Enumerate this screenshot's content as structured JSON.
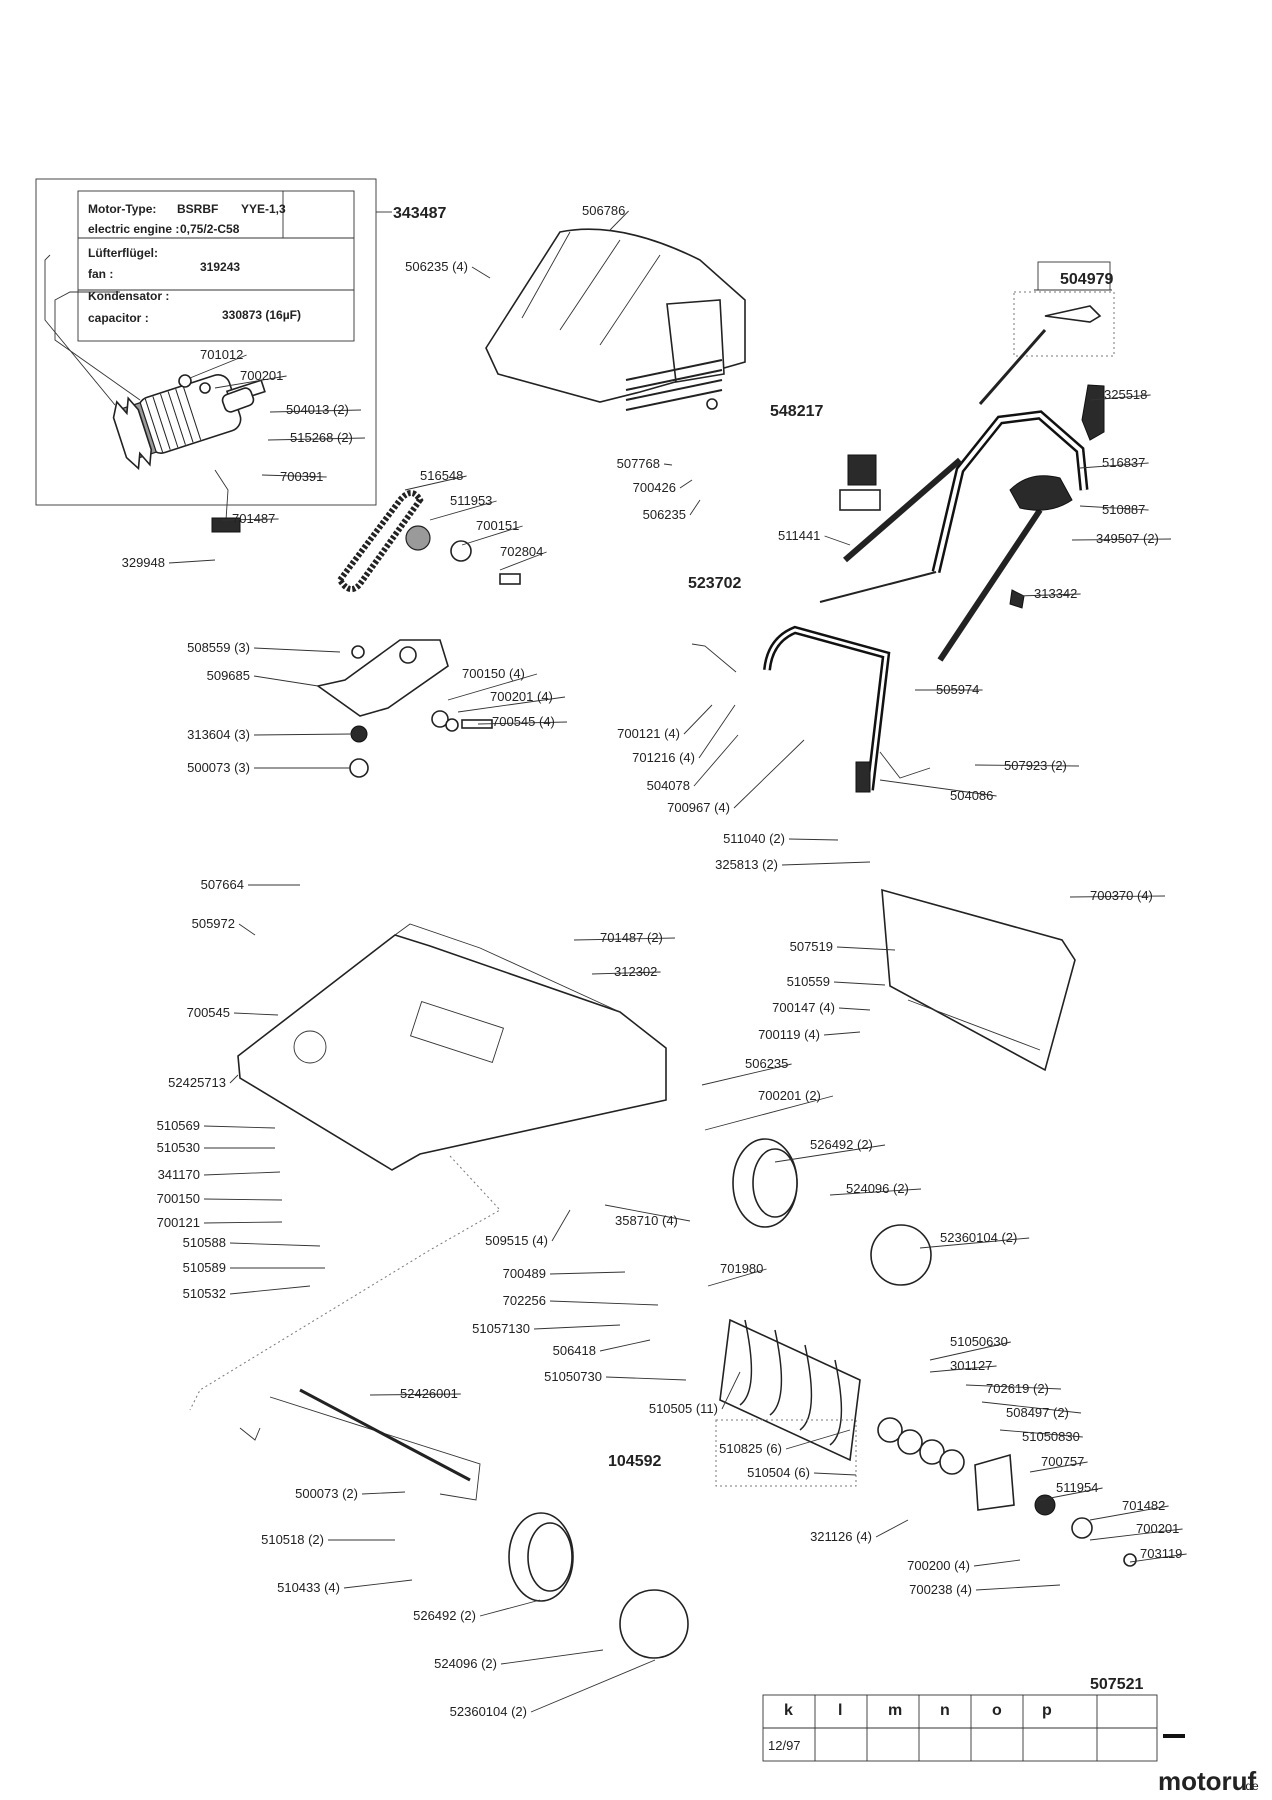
{
  "motor_box": {
    "motor_type_label": "Motor-Type:",
    "motor_type_value": "BSRBF",
    "motor_type_code": "YYE-1,3",
    "electric_engine_label": "electric engine :",
    "electric_engine_value": "0,75/2-C58",
    "fan_label_de": "Lüfterflügel:",
    "fan_label_en": "fan :",
    "fan_value": "319243",
    "capacitor_label_de": "Kondensator :",
    "capacitor_label_en": "capacitor :",
    "capacitor_value": "330873 (16µF)"
  },
  "assembly_numbers": {
    "motor": "343487",
    "grip": "504979",
    "lever": "548217",
    "handle": "523702",
    "roller": "104592"
  },
  "part_labels": [
    "506786",
    "506235 (4)",
    "701012",
    "700201",
    "504013 (2)",
    "515268 (2)",
    "700391",
    "701487",
    "329948",
    "516548",
    "511953",
    "700151",
    "702804",
    "507768",
    "700426",
    "506235",
    "325518",
    "516837",
    "510887",
    "349507 (2)",
    "511441",
    "313342",
    "508559 (3)",
    "509685",
    "700150 (4)",
    "700201 (4)",
    "700545 (4)",
    "313604 (3)",
    "500073 (3)",
    "505974",
    "700121 (4)",
    "701216 (4)",
    "504078",
    "700967 (4)",
    "507923 (2)",
    "504086",
    "511040 (2)",
    "325813 (2)",
    "700370 (4)",
    "507664",
    "505972",
    "701487 (2)",
    "312302",
    "507519",
    "510559",
    "700147 (4)",
    "700119 (4)",
    "700545",
    "52425713",
    "506235",
    "700201 (2)",
    "510569",
    "510530",
    "341170",
    "700150",
    "700121",
    "510588",
    "510589",
    "510532",
    "526492 (2)",
    "524096 (2)",
    "52360104 (2)",
    "358710 (4)",
    "509515 (4)",
    "700489",
    "702256",
    "51057130",
    "701980",
    "506418",
    "51050730",
    "510505 (11)",
    "51050630",
    "301127",
    "702619 (2)",
    "508497 (2)",
    "51050830",
    "700757",
    "511954",
    "701482",
    "700201",
    "703119",
    "700200 (4)",
    "700238 (4)",
    "321126 (4)",
    "510825 (6)",
    "510504 (6)",
    "52426001",
    "500073 (2)",
    "510518 (2)",
    "510433 (4)",
    "526492 (2)",
    "524096  (2)",
    "52360104 (2)"
  ],
  "title_block": {
    "drawing_number": "507521",
    "headers": [
      "k",
      "l",
      "m",
      "n",
      "o",
      "p",
      ""
    ],
    "date": "12/97"
  },
  "watermark": {
    "text": "motoruf",
    "suffix": ".de"
  }
}
